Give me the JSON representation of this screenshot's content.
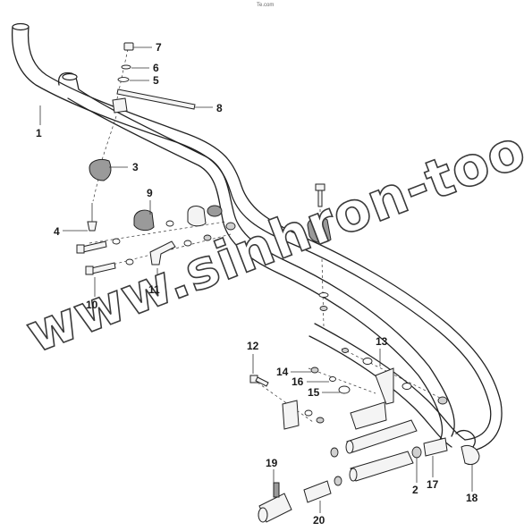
{
  "header_mark": "Te.com",
  "watermark": "www.sinhron-too.kz",
  "labels": {
    "p1": "1",
    "p2": "2",
    "p3": "3",
    "p4": "4",
    "p5": "5",
    "p6": "6",
    "p7": "7",
    "p8": "8",
    "p9": "9",
    "p10": "10",
    "p11": "11",
    "p12": "12",
    "p13": "13",
    "p14": "14",
    "p15": "15",
    "p16": "16",
    "p17": "17",
    "p18": "18",
    "p19": "19",
    "p20": "20"
  }
}
